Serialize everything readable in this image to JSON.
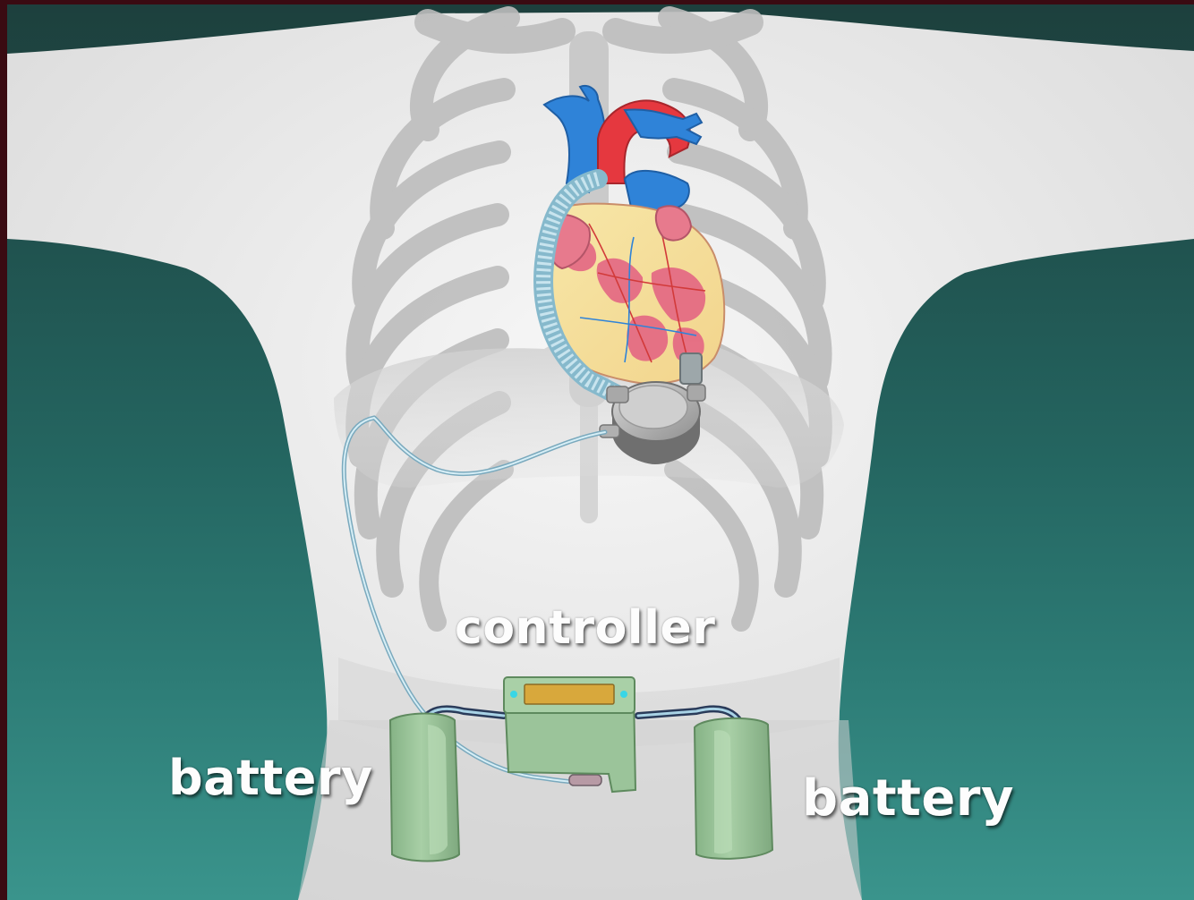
{
  "labels": {
    "controller": "controller",
    "battery_left": "battery",
    "battery_right": "battery"
  },
  "colors": {
    "background_top": "#1d403d",
    "background_bottom": "#3a948c",
    "border": "#3a0b12",
    "body": "#ececec",
    "skeleton": "#bdbdbd",
    "artery": "#e5383f",
    "vein": "#2f83d8",
    "heart_muscle": "#e35f82",
    "heart_fat": "#f7e6a4",
    "device_green": "#9bc49a",
    "controller_display": "#d8a83c",
    "cable": "#a9d3e6"
  }
}
